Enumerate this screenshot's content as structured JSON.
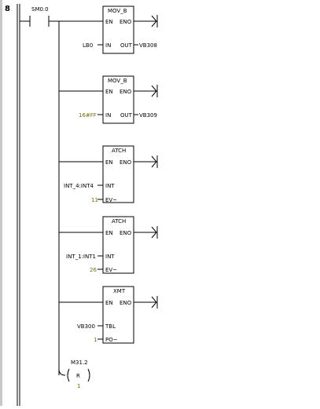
{
  "network": {
    "number": "8"
  },
  "contact": {
    "address": "SM0.0"
  },
  "blocks": [
    {
      "title": "MOV_B",
      "en": "EN",
      "eno": "ENO",
      "left_pin": "IN",
      "right_pin": "OUT",
      "input": "LB0",
      "output": "VB308"
    },
    {
      "title": "MOV_B",
      "en": "EN",
      "eno": "ENO",
      "left_pin": "IN",
      "right_pin": "OUT",
      "input": "16#FF",
      "output": "VB309"
    },
    {
      "title": "ATCH",
      "en": "EN",
      "eno": "ENO",
      "pin1": "INT",
      "pin2": "EV~",
      "in1": "INT_4:INT4",
      "in2": "11"
    },
    {
      "title": "ATCH",
      "en": "EN",
      "eno": "ENO",
      "pin1": "INT",
      "pin2": "EV~",
      "in1": "INT_1:INT1",
      "in2": "26"
    },
    {
      "title": "XMT",
      "en": "EN",
      "eno": "ENO",
      "pin1": "TBL",
      "pin2": "PO~",
      "in1": "VB300",
      "in2": "1"
    }
  ],
  "coil": {
    "address": "M31.2",
    "type": "R",
    "count": "1"
  }
}
